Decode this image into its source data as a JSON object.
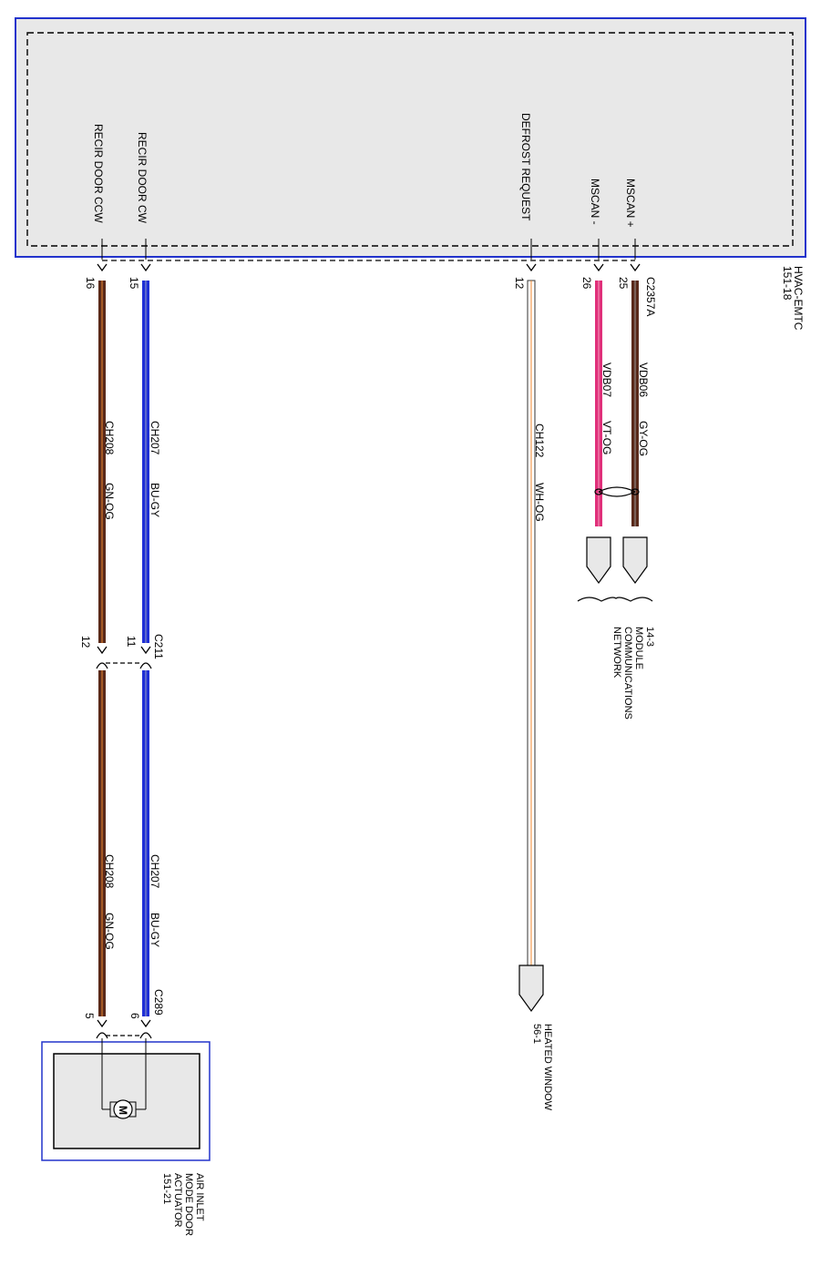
{
  "hvac_module": {
    "name": "HVAC-EMTC",
    "page_ref": "151-18",
    "connector": "C2357A",
    "pins": {
      "recir_ccw": {
        "label": "RECIR DOOR CCW",
        "pin": "16"
      },
      "recir_cw": {
        "label": "RECIR DOOR CW",
        "pin": "15"
      },
      "defrost": {
        "label": "DEFROST REQUEST",
        "pin": "12"
      },
      "mscan_minus": {
        "label": "MSCAN -",
        "pin": "26"
      },
      "mscan_plus": {
        "label": "MSCAN +",
        "pin": "25"
      }
    }
  },
  "circuits": {
    "ch208": {
      "id": "CH208",
      "color": "GN-OG"
    },
    "ch207": {
      "id": "CH207",
      "color": "BU-GY"
    },
    "ch122": {
      "id": "CH122",
      "color": "WH-OG"
    },
    "vdb07": {
      "id": "VDB07",
      "color": "VT-OG"
    },
    "vdb06": {
      "id": "VDB06",
      "color": "GY-OG"
    }
  },
  "inline_connector": {
    "name": "C211",
    "pin_a": "12",
    "pin_b": "11"
  },
  "actuator": {
    "lines": [
      "AIR INLET",
      "MODE DOOR",
      "ACTUATOR",
      "151-21"
    ],
    "connector": "C289",
    "pin_a": "5",
    "pin_b": "6",
    "motor_symbol": "M"
  },
  "network_ref": {
    "lines": [
      "14-3",
      "MODULE",
      "COMMUNICATIONS",
      "NETWORK"
    ]
  },
  "heated_window_ref": {
    "lines": [
      "HEATED WINDOW",
      "56-1"
    ]
  },
  "wire_colors": {
    "brown": "#5a2a1a",
    "blue": "#1f2fd6",
    "pink": "#e0307a",
    "frame": "#2233cc",
    "box_fill": "#e8e8e8"
  }
}
